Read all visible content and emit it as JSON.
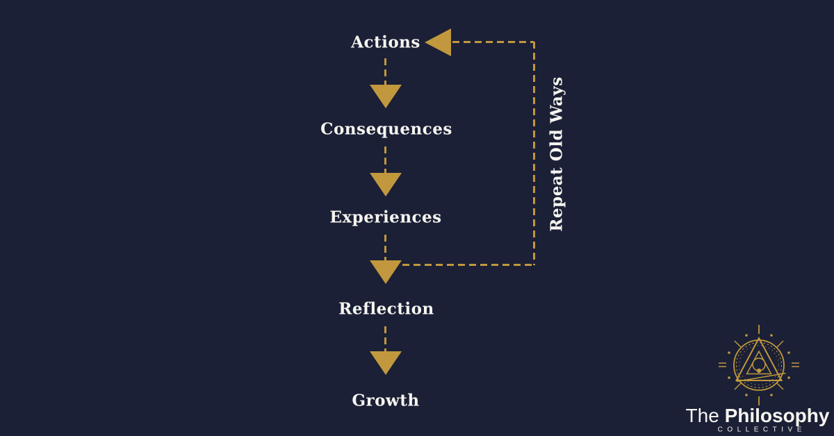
{
  "colors": {
    "background": "#1B2036",
    "gold": "#C1983E",
    "text": "#F7F5F0"
  },
  "diagram": {
    "title_implied": "cycle of actions and growth",
    "steps": [
      {
        "label": "Actions"
      },
      {
        "label": "Consequences"
      },
      {
        "label": "Experiences"
      },
      {
        "label": "Reflection"
      },
      {
        "label": "Growth"
      }
    ],
    "loop_label": "Repeat Old Ways"
  },
  "brand": {
    "name_prefix": "The",
    "name_emphasis": "Philosophy",
    "subtitle": "COLLECTIVE"
  }
}
